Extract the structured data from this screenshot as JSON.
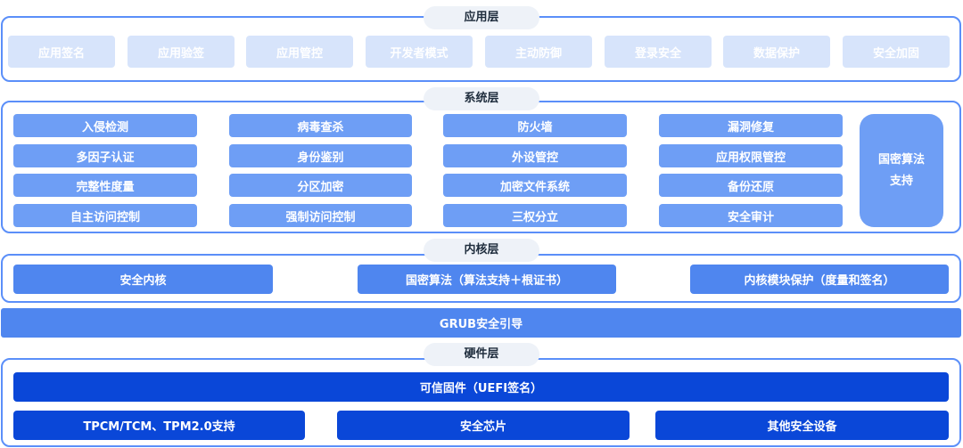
{
  "application_layer": {
    "title": "应用层",
    "items": [
      "应用签名",
      "应用验签",
      "应用管控",
      "开发者模式",
      "主动防御",
      "登录安全",
      "数据保护",
      "安全加固"
    ]
  },
  "system_layer": {
    "title": "系统层",
    "columns": [
      [
        "入侵检测",
        "多因子认证",
        "完整性度量",
        "自主访问控制"
      ],
      [
        "病毒查杀",
        "身份鉴别",
        "分区加密",
        "强制访问控制"
      ],
      [
        "防火墙",
        "外设管控",
        "加密文件系统",
        "三权分立"
      ],
      [
        "漏洞修复",
        "应用权限管控",
        "备份还原",
        "安全审计"
      ]
    ],
    "side": {
      "line1": "国密算法",
      "line2": "支持"
    }
  },
  "kernel_layer": {
    "title": "内核层",
    "items": [
      "安全内核",
      "国密算法（算法支持＋根证书）",
      "内核模块保护（度量和签名）"
    ]
  },
  "grub": {
    "label": "GRUB安全引导"
  },
  "hardware_layer": {
    "title": "硬件层",
    "top": "可信固件（UEFI签名）",
    "items": [
      "TPCM/TCM、TPM2.0支持",
      "安全芯片",
      "其他安全设备"
    ]
  },
  "colors": {
    "border": "#5b8ff9",
    "app_box": "#d7e4fb",
    "sys_box": "#6e9ef5",
    "kernel_box": "#4f86ef",
    "hardware_box": "#0a47d8",
    "title_pill": "#eef2f8"
  }
}
